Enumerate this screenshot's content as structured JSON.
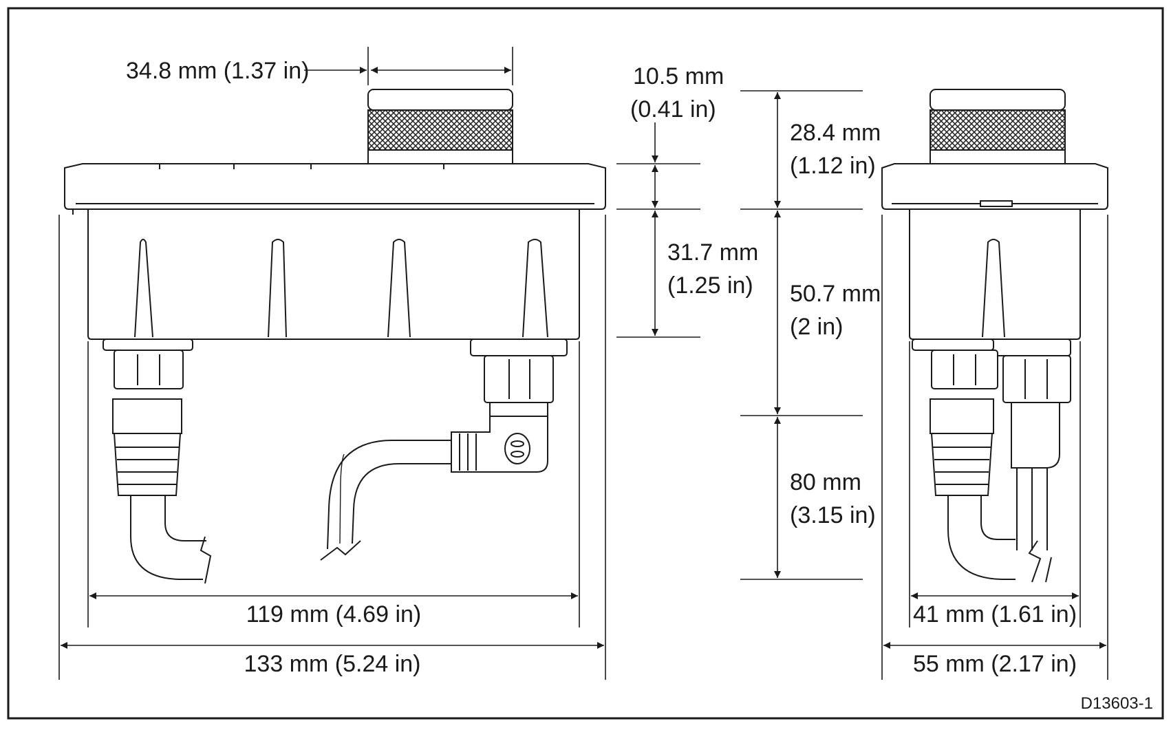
{
  "diagram": {
    "reference_code": "D13603-1",
    "front_view": {
      "connector_width_label": "34.8 mm (1.37 in)",
      "flange_thickness_label": [
        "10.5 mm",
        "(0.41 in)"
      ],
      "body_depth_label": [
        "31.7 mm",
        "(1.25 in)"
      ],
      "inner_width_label": "119 mm (4.69 in)",
      "overall_width_label": "133 mm (5.24 in)"
    },
    "side_view": {
      "connector_height_label": [
        "28.4 mm",
        "(1.12 in)"
      ],
      "body_height_label": [
        "50.7 mm",
        "(2 in)"
      ],
      "cable_clearance_label": [
        "80 mm",
        "(3.15 in)"
      ],
      "inner_width_label": "41 mm (1.61 in)",
      "overall_width_label": "55 mm (2.17 in)"
    },
    "colors": {
      "line": "#1a1a1a",
      "fill": "#ffffff",
      "knurl": "#2a2a2a"
    }
  }
}
